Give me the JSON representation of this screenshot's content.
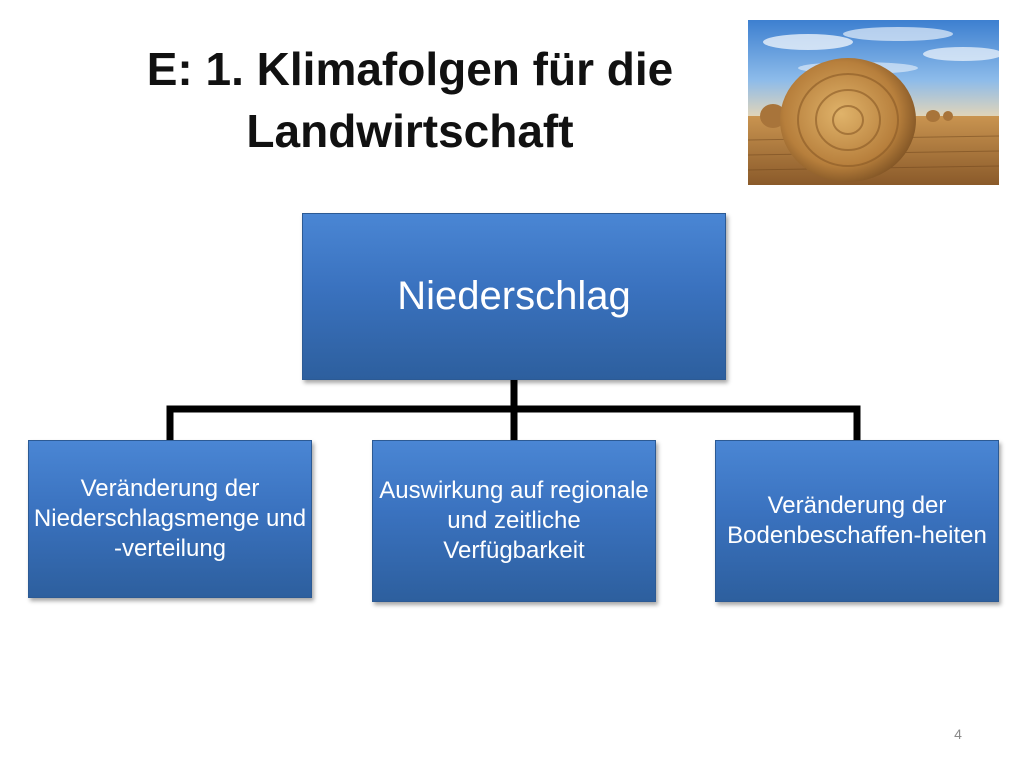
{
  "slide": {
    "title": "E: 1. Klimafolgen für die Landwirtschaft",
    "page_number": "4"
  },
  "diagram": {
    "root": "Niederschlag",
    "children": [
      "Veränderung der Niederschlagsmenge und -verteilung",
      "Auswirkung auf regionale und zeitliche Verfügbarkeit",
      "Veränderung der Bodenbeschaffen-heiten"
    ]
  },
  "colors": {
    "box_top": "#4a86d4",
    "box_bottom": "#2d5f9e",
    "connector": "#000000"
  },
  "image": {
    "icon": "hay-bale-field-photo-icon"
  }
}
